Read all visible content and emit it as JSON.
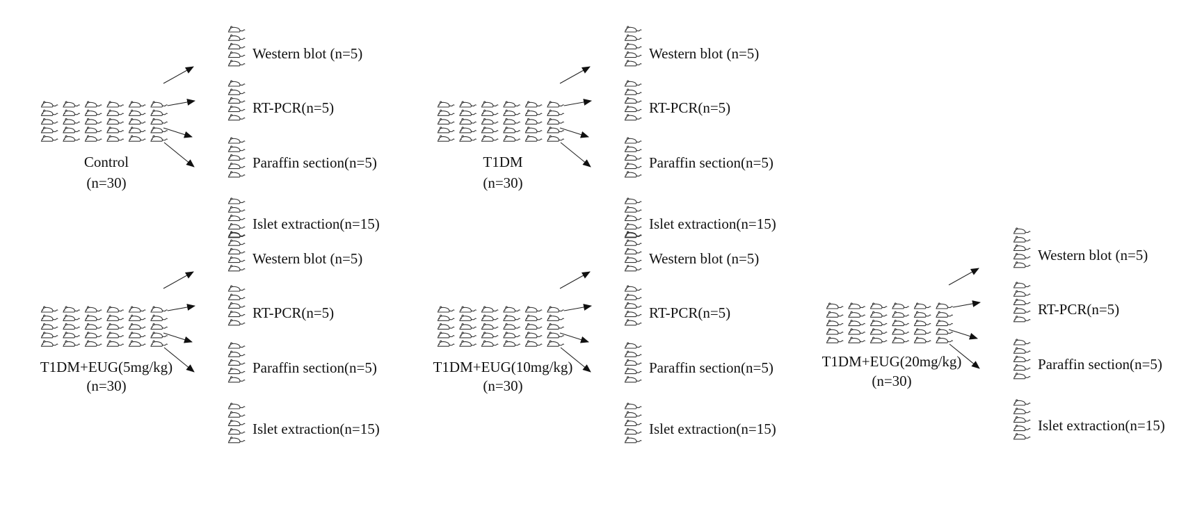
{
  "diagram": {
    "type": "experimental-design",
    "icon": "mouse-icon",
    "grid": {
      "rows": 5,
      "cols": 6
    },
    "stack_count": 5,
    "groups": [
      {
        "name": "Control",
        "n_label": "(n=30)",
        "branches": [
          {
            "label": "Western blot (n=5)"
          },
          {
            "label": "RT-PCR(n=5)"
          },
          {
            "label": "Paraffin section(n=5)"
          },
          {
            "label": "Islet extraction(n=15)"
          }
        ]
      },
      {
        "name": "T1DM",
        "n_label": "(n=30)",
        "branches": [
          {
            "label": "Western blot (n=5)"
          },
          {
            "label": "RT-PCR(n=5)"
          },
          {
            "label": "Paraffin section(n=5)"
          },
          {
            "label": "Islet extraction(n=15)"
          }
        ]
      },
      {
        "name": "T1DM+EUG(5mg/kg)",
        "n_label": "(n=30)",
        "branches": [
          {
            "label": "Western blot (n=5)"
          },
          {
            "label": "RT-PCR(n=5)"
          },
          {
            "label": "Paraffin section(n=5)"
          },
          {
            "label": "Islet extraction(n=15)"
          }
        ]
      },
      {
        "name": "T1DM+EUG(10mg/kg)",
        "n_label": "(n=30)",
        "branches": [
          {
            "label": "Western blot (n=5)"
          },
          {
            "label": "RT-PCR(n=5)"
          },
          {
            "label": "Paraffin section(n=5)"
          },
          {
            "label": "Islet extraction(n=15)"
          }
        ]
      },
      {
        "name": "T1DM+EUG(20mg/kg)",
        "n_label": "(n=30)",
        "branches": [
          {
            "label": "Western blot (n=5)"
          },
          {
            "label": "RT-PCR(n=5)"
          },
          {
            "label": "Paraffin section(n=5)"
          },
          {
            "label": "Islet extraction(n=15)"
          }
        ]
      }
    ]
  }
}
